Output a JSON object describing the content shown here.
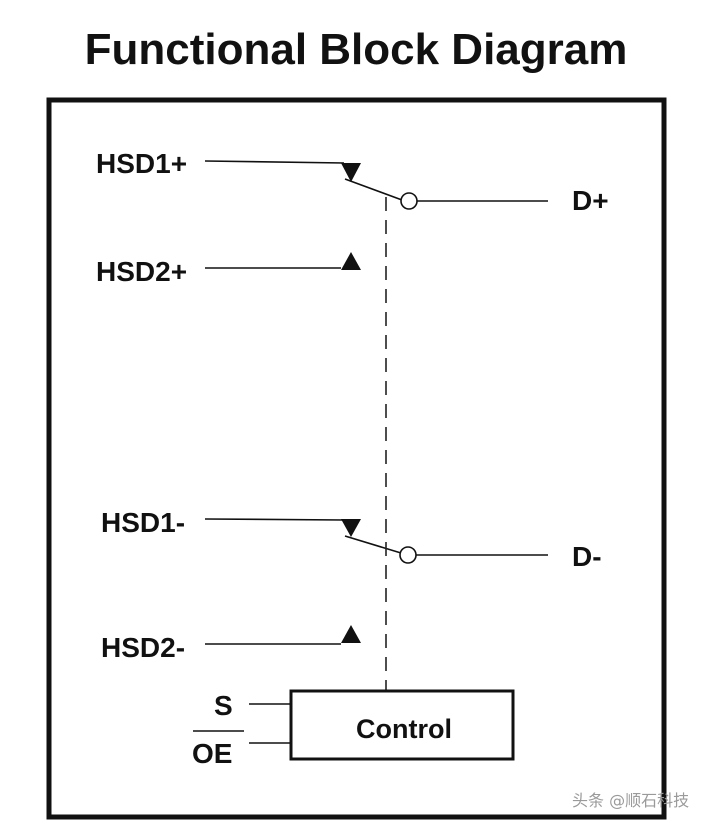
{
  "title": "Functional Block Diagram",
  "pins": {
    "hsd1_pos": "HSD1+",
    "hsd2_pos": "HSD2+",
    "hsd1_neg": "HSD1-",
    "hsd2_neg": "HSD2-",
    "d_pos": "D+",
    "d_neg": "D-",
    "s": "S",
    "oe": "OE"
  },
  "control_label": "Control",
  "watermark": "头条 @顺石科技",
  "colors": {
    "ink": "#111111",
    "background": "#ffffff",
    "watermark": "#9a9a9a"
  }
}
